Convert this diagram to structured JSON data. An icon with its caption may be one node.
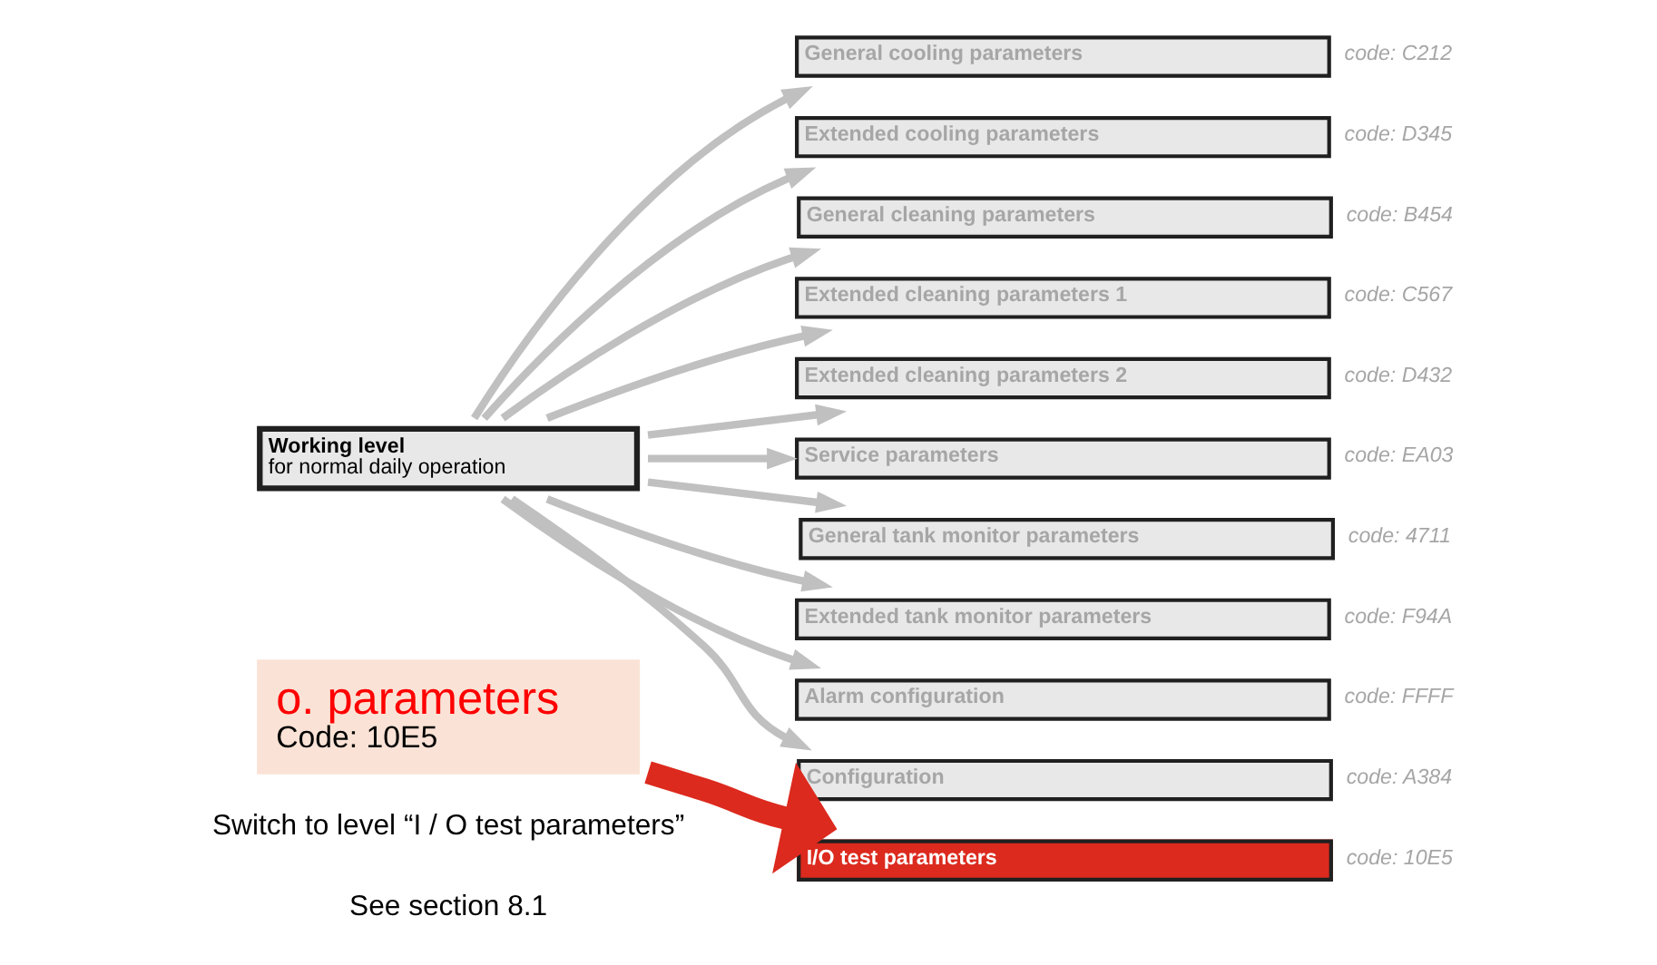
{
  "diagram": {
    "nodes": [
      {
        "text": [
          "Working level",
          "for normal daily operation"
        ]
      },
      {
        "text": [
          "General cooling parameters"
        ],
        "beside": [
          "code: C212"
        ]
      },
      {
        "text": [
          "Extended cooling parameters"
        ],
        "beside": [
          "code: D345"
        ]
      },
      {
        "text": [
          "General cleaning parameters"
        ],
        "beside": [
          "code: B454"
        ]
      },
      {
        "text": [
          "Extended cleaning parameters 1"
        ],
        "beside": [
          "code: C567"
        ]
      },
      {
        "text": [
          "Extended cleaning parameters 2"
        ],
        "beside": [
          "code: D432"
        ]
      },
      {
        "text": [
          "Service parameters"
        ],
        "beside": [
          "code: EA03"
        ]
      },
      {
        "text": [
          "General tank monitor parameters"
        ],
        "beside": [
          "code: 4711"
        ]
      },
      {
        "text": [
          "Extended tank monitor parameters"
        ],
        "beside": [
          "code: F94A"
        ]
      },
      {
        "text": [
          "Alarm configuration"
        ],
        "beside": [
          "code: FFFF"
        ]
      },
      {
        "text": [
          "Configuration"
        ],
        "beside": [
          "code: A384"
        ]
      },
      {
        "text": [
          "I/O test parameters"
        ],
        "beside": [
          "code: 10E5"
        ]
      },
      {
        "text": [
          "o. parameters",
          "Code: 10E5"
        ]
      }
    ],
    "edges": [
      {
        "from": 0,
        "to": 1,
        "arrow": "to"
      },
      {
        "from": 0,
        "to": 2,
        "arrow": "to"
      },
      {
        "from": 0,
        "to": 3,
        "arrow": "to"
      },
      {
        "from": 0,
        "to": 4,
        "arrow": "to"
      },
      {
        "from": 0,
        "to": 5,
        "arrow": "to"
      },
      {
        "from": 0,
        "to": 6,
        "arrow": "to"
      },
      {
        "from": 0,
        "to": 7,
        "arrow": "to"
      },
      {
        "from": 0,
        "to": 8,
        "arrow": "to"
      },
      {
        "from": 0,
        "to": 9,
        "arrow": "to"
      },
      {
        "from": 0,
        "to": 10,
        "arrow": "to"
      },
      {
        "from": 12,
        "to": 11,
        "arrow": "to",
        "style": "thick",
        "color": "#dc2a1e"
      }
    ],
    "labels": [
      "Switch to level “I / O test parameters”",
      "See section 8.1"
    ]
  }
}
